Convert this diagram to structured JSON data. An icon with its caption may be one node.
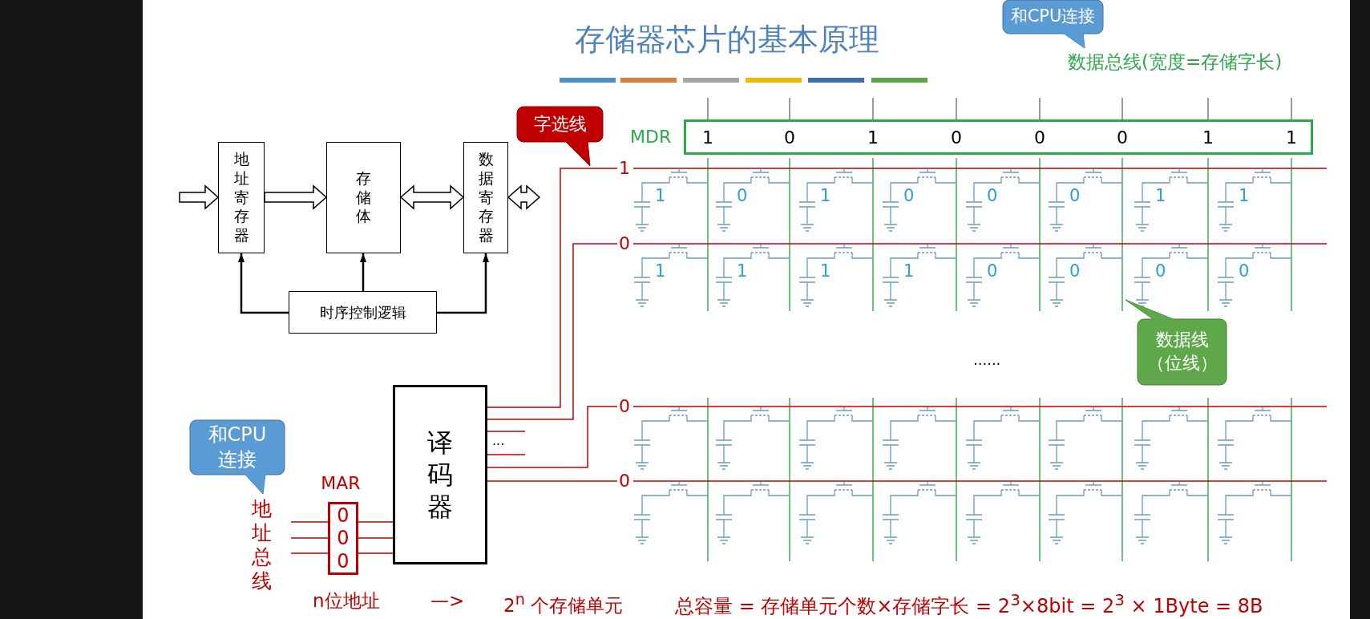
{
  "diagram": {
    "title": "存储器芯片的基本原理",
    "nodes": [
      {
        "text": [
          "地址寄存器"
        ]
      },
      {
        "text": [
          "存储体"
        ]
      },
      {
        "text": [
          "数据寄存器"
        ]
      },
      {
        "text": [
          "时序控制逻辑"
        ]
      },
      {
        "text": [
          "译码器"
        ]
      },
      {
        "text": [
          "MAR",
          "0",
          "0",
          "0"
        ]
      },
      {
        "text": [
          "MDR",
          "1",
          "0",
          "1",
          "0",
          "0",
          "0",
          "1",
          "1"
        ]
      },
      {
        "text": [
          "字选线"
        ]
      },
      {
        "text": [
          "和CPU连接"
        ]
      },
      {
        "text": [
          "和CPU连接"
        ]
      },
      {
        "text": [
          "数据线（位线）"
        ]
      },
      {
        "text": [
          "1"
        ]
      },
      {
        "text": [
          "0"
        ]
      },
      {
        "text": [
          "0"
        ]
      },
      {
        "text": [
          "0"
        ]
      }
    ],
    "edges": [
      {
        "from": null,
        "to": 0,
        "arrow": "to",
        "style": "thick",
        "color": "#000000"
      },
      {
        "from": 0,
        "to": 1,
        "arrow": "to",
        "style": "thick",
        "color": "#000000"
      },
      {
        "from": 1,
        "to": 2,
        "arrow": "both",
        "style": "thick",
        "color": "#000000"
      },
      {
        "from": 2,
        "to": null,
        "arrow": "both",
        "style": "thick",
        "color": "#000000"
      },
      {
        "from": 3,
        "to": 0,
        "arrow": "to",
        "color": "#000000"
      },
      {
        "from": 3,
        "to": 1,
        "arrow": "to",
        "color": "#000000"
      },
      {
        "from": 3,
        "to": 2,
        "arrow": "to",
        "color": "#000000"
      },
      {
        "from": 4,
        "to": 11,
        "arrow": "none"
      },
      {
        "from": 4,
        "to": 12,
        "arrow": "none"
      },
      {
        "from": 4,
        "to": 13,
        "arrow": "none"
      },
      {
        "from": 4,
        "to": 14,
        "arrow": "none"
      },
      {
        "from": 4,
        "to": null,
        "arrow": "none"
      },
      {
        "from": 4,
        "to": null,
        "arrow": "none"
      },
      {
        "from": null,
        "to": 5,
        "arrow": "none"
      },
      {
        "from": null,
        "to": 5,
        "arrow": "none"
      },
      {
        "from": null,
        "to": 5,
        "arrow": "none"
      },
      {
        "from": 5,
        "to": 4,
        "arrow": "none"
      },
      {
        "from": 5,
        "to": 4,
        "arrow": "none"
      },
      {
        "from": 5,
        "to": 4,
        "arrow": "none"
      }
    ],
    "labels": [
      "数据总线(宽度=存储字长)",
      "1",
      "0",
      "1",
      "0",
      "0",
      "0",
      "1",
      "1",
      "1",
      "1",
      "1",
      "1",
      "0",
      "0",
      "0",
      "0",
      "......",
      "...",
      "地址总线",
      "n位地址",
      "—>",
      "2$^{n}$ 个存储单元",
      "总容量 = 存储单元个数×存储字长 = 2$^{3}$×8bit = 2$^{3}$ × 1Byte = 8B"
    ]
  }
}
